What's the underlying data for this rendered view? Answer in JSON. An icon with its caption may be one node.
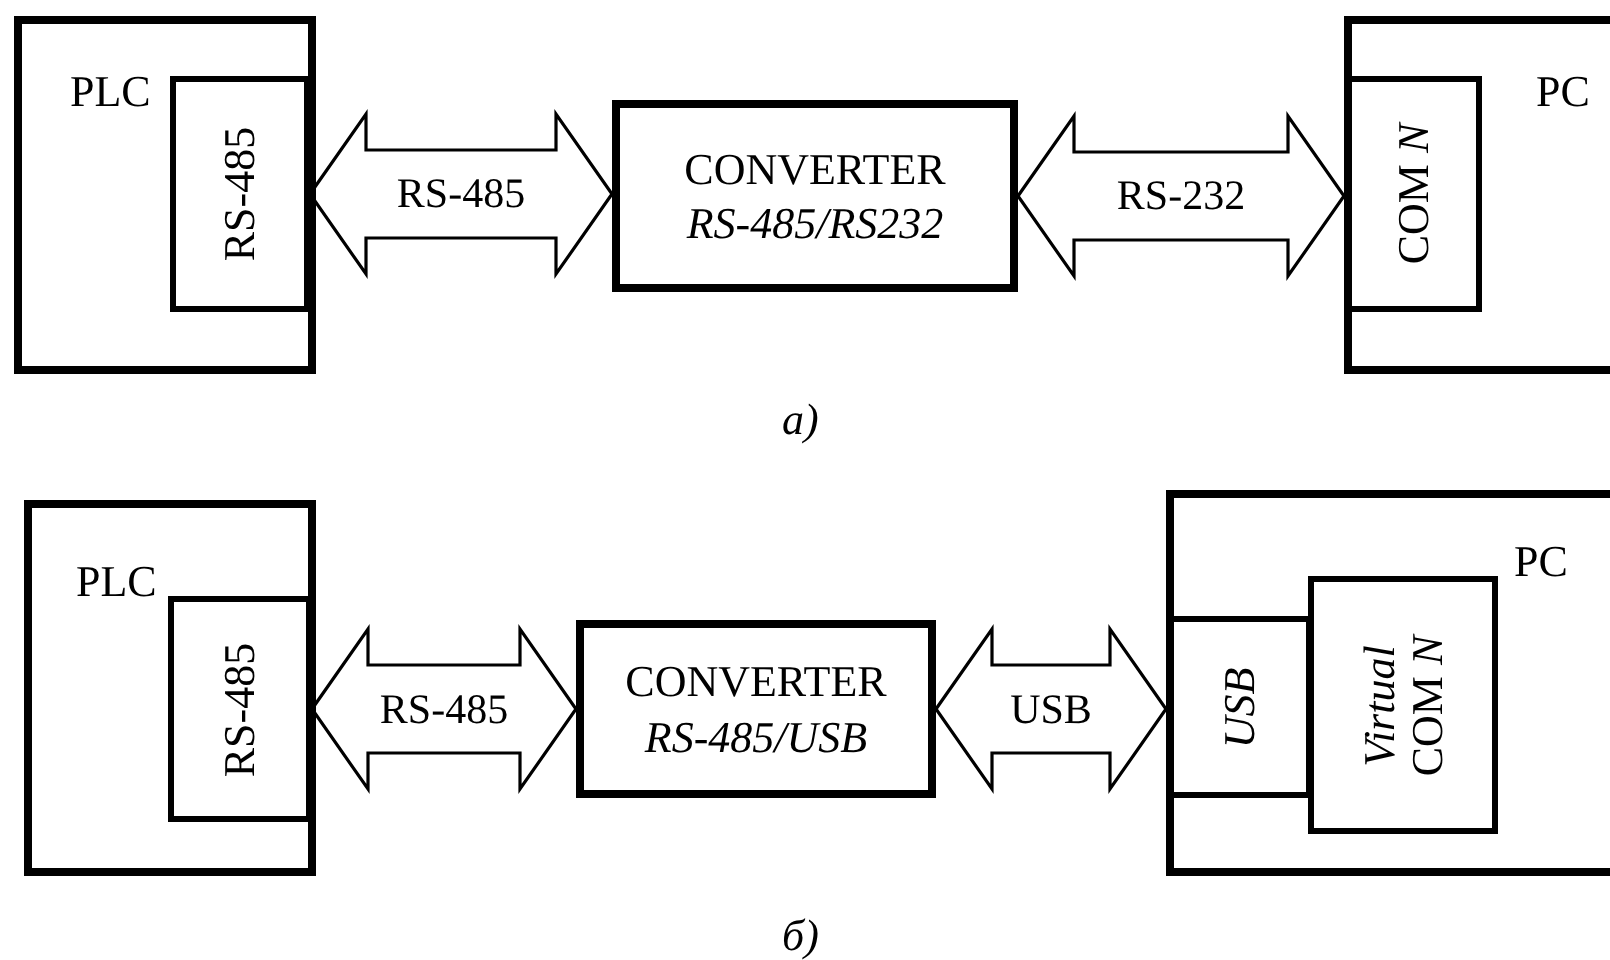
{
  "diagram": {
    "nodes": [
      {
        "text": [
          "PLC"
        ]
      },
      {
        "text": [
          "RS-485"
        ],
        "in": 0
      },
      {
        "text": [
          "CONVERTER",
          "RS-485/RS232"
        ]
      },
      {
        "text": [
          "PC"
        ]
      },
      {
        "text": [
          "COM *N*"
        ],
        "in": 3
      },
      {
        "text": [
          "PLC"
        ]
      },
      {
        "text": [
          "RS-485"
        ],
        "in": 5
      },
      {
        "text": [
          "CONVERTER",
          "RS-485/USB"
        ]
      },
      {
        "text": [
          "PC"
        ]
      },
      {
        "text": [
          "USB"
        ],
        "in": 8
      },
      {
        "text": [
          "*Virtual* COM *N*"
        ],
        "in": 8
      }
    ],
    "edges": [
      {
        "from": 1,
        "to": 2,
        "arrow": "both",
        "label": "RS-485"
      },
      {
        "from": 2,
        "to": 4,
        "arrow": "both",
        "label": "RS-232"
      },
      {
        "from": 6,
        "to": 7,
        "arrow": "both",
        "label": "RS-485"
      },
      {
        "from": 7,
        "to": 9,
        "arrow": "both",
        "label": "USB"
      }
    ],
    "labels": [
      "a)",
      "б)"
    ]
  }
}
